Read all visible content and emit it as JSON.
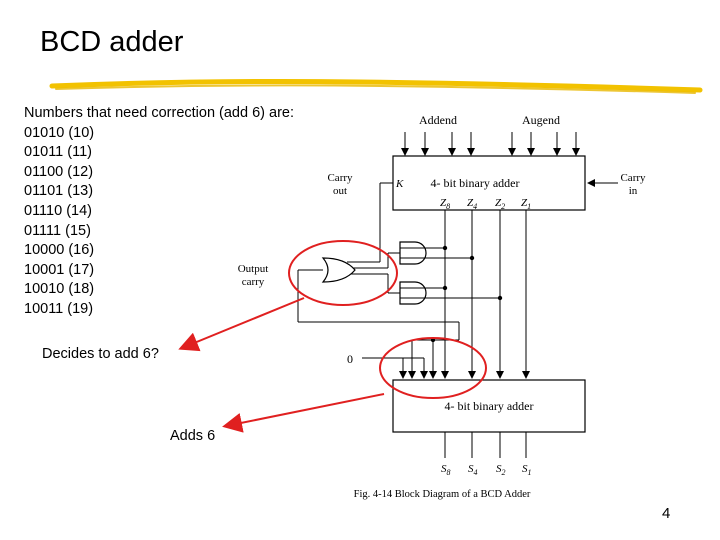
{
  "slide": {
    "title": "BCD adder",
    "intro": "Numbers that need correction (add 6) are:",
    "numbers": [
      "01010 (10)",
      "01011 (11)",
      "01100 (12)",
      "01101 (13)",
      "01110 (14)",
      "01111 (15)",
      "10000 (16)",
      "10001 (17)",
      "10010 (18)",
      "10011 (19)"
    ],
    "callout_decide": "Decides to add 6?",
    "callout_adds": "Adds 6",
    "page_number": "4"
  },
  "diagram": {
    "addend": "Addend",
    "augend": "Augend",
    "carry_out_line1": "Carry",
    "carry_out_line2": "out",
    "carry_in_line1": "Carry",
    "carry_in_line2": "in",
    "k_label": "K",
    "adder1_label": "4- bit binary adder",
    "adder2_label": "4- bit binary adder",
    "z8": "Z",
    "z8_sub": "8",
    "z4": "Z",
    "z4_sub": "4",
    "z2": "Z",
    "z2_sub": "2",
    "z1": "Z",
    "z1_sub": "1",
    "output_carry_line1": "Output",
    "output_carry_line2": "carry",
    "zero_label": "0",
    "s8": "S",
    "s8_sub": "8",
    "s4": "S",
    "s4_sub": "4",
    "s2": "S",
    "s2_sub": "2",
    "s1": "S",
    "s1_sub": "1",
    "caption": "Fig. 4-14  Block Diagram of a BCD Adder"
  },
  "colors": {
    "accent_underline": "#f2c200",
    "annotation_red": "#e02020"
  }
}
